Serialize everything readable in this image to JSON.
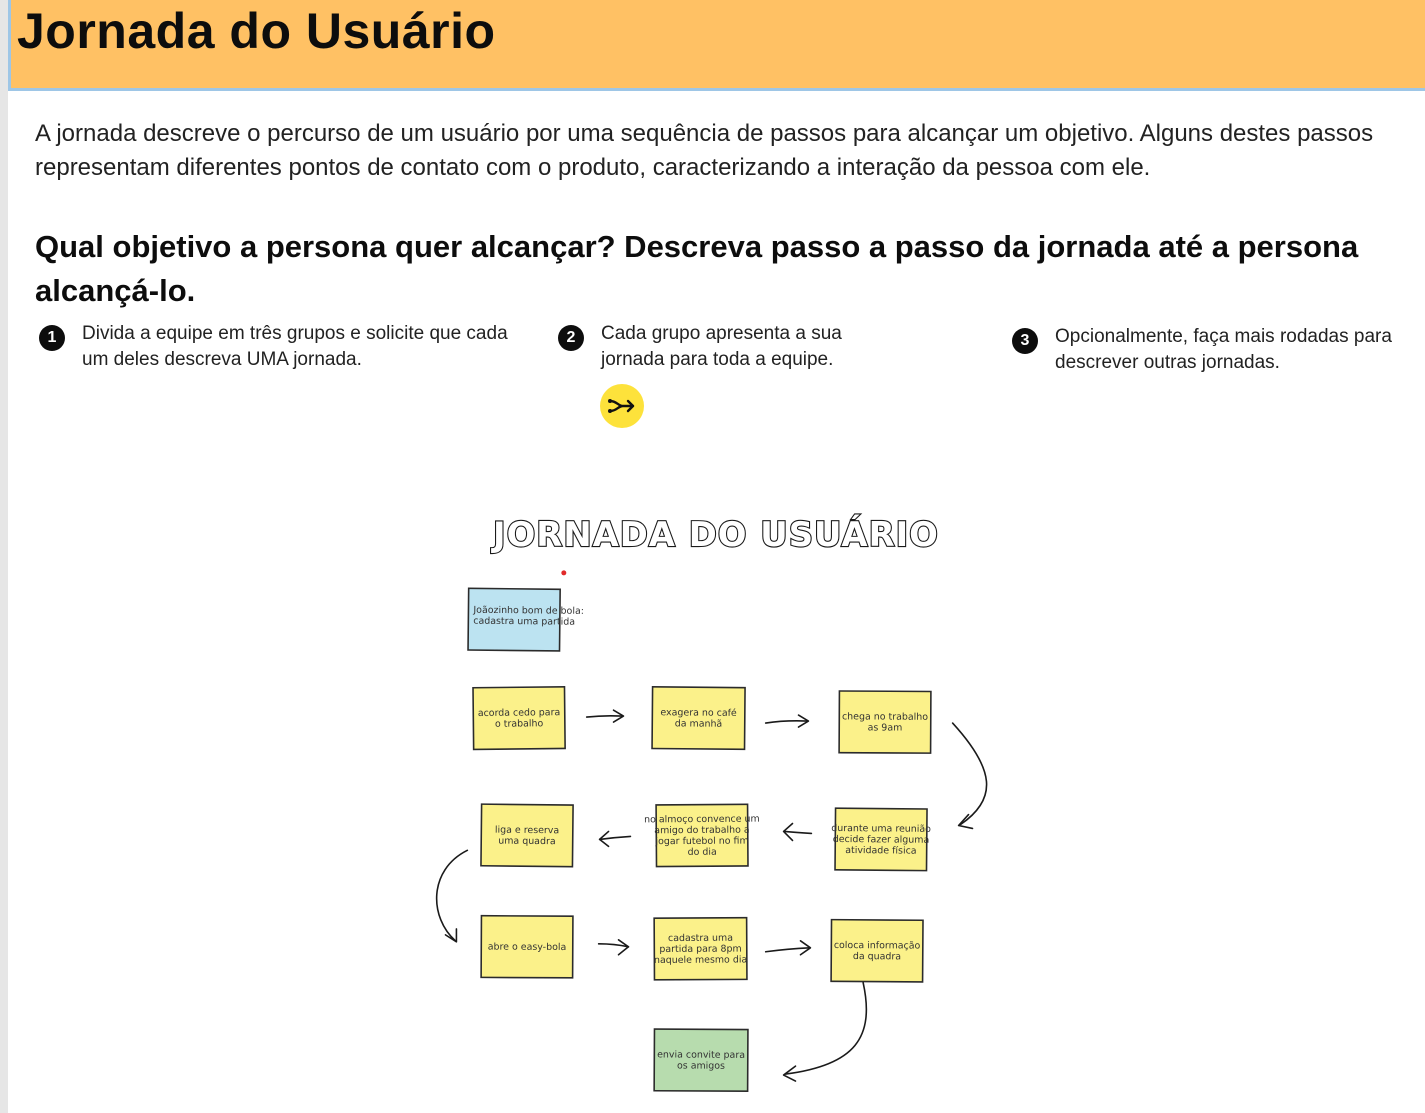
{
  "header": {
    "title": "Jornada do Usuário"
  },
  "intro": "A jornada descreve o percurso de um usuário por uma sequência de passos para alcançar um objetivo. Alguns destes passos representam diferentes pontos de contato com o produto, caracterizando a interação da pessoa com ele.",
  "question": "Qual objetivo a persona quer alcançar? Descreva passo a passo da jornada até a persona alcançá-lo.",
  "steps": [
    {
      "number": "1",
      "text": "Divida a equipe em três grupos e solicite que cada um deles descreva UMA jornada."
    },
    {
      "number": "2",
      "text": "Cada grupo apresenta a sua jornada para toda a equipe."
    },
    {
      "number": "3",
      "text": "Opcionalmente, faça mais rodadas para descrever outras jornadas."
    }
  ],
  "shortcut_icon": "branch-arrow-icon",
  "colors": {
    "header_bg": "#ffc164",
    "shortcut_bg": "#fde23b",
    "note_yellow": "#fbf18a",
    "note_blue": "#bce3f1",
    "note_green": "#b7dcae"
  },
  "example": {
    "title": "JORNADA DO USUÁRIO",
    "persona_note": [
      "Joãozinho bom de bola:",
      "cadastra uma partida"
    ],
    "notes": [
      [
        "acorda cedo para",
        "o trabalho"
      ],
      [
        "exagera no café",
        "da manhã"
      ],
      [
        "chega no trabalho",
        "as 9am"
      ],
      [
        "durante uma reunião",
        "decide fazer alguma",
        "atividade física"
      ],
      [
        "no almoço convence um",
        "amigo do trabalho a",
        "jogar futebol no fim",
        "do dia"
      ],
      [
        "liga e reserva",
        "uma quadra"
      ],
      [
        "abre o easy-bola"
      ],
      [
        "cadastra uma",
        "partida para 8pm",
        "naquele mesmo dia"
      ],
      [
        "coloca informação",
        "da quadra"
      ],
      [
        "envia convite para",
        "os amigos"
      ]
    ]
  }
}
